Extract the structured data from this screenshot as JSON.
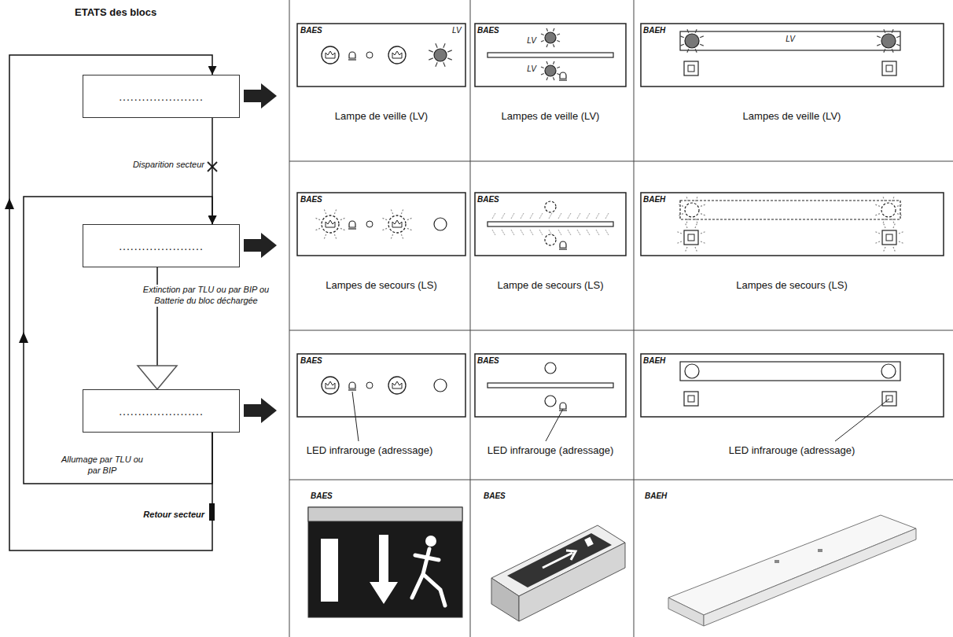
{
  "diagram": {
    "title": "ETATS des blocs",
    "nodes": [
      {
        "text": [
          "......................"
        ]
      },
      {
        "text": [
          "......................"
        ]
      },
      {
        "text": [
          "......................"
        ]
      }
    ],
    "edges": [
      {
        "from": 0,
        "to": 1,
        "arrow": "to",
        "label": "Disparition secteur"
      },
      {
        "from": 1,
        "to": 2,
        "arrow": "to",
        "label": "Extinction par TLU ou par BIP ou Batterie du bloc déchargée"
      },
      {
        "from": 2,
        "to": 1,
        "arrow": "to",
        "label": "Allumage par TLU ou par BIP"
      },
      {
        "from": 2,
        "to": 0,
        "arrow": "to",
        "label": "Retour secteur"
      }
    ],
    "labels": [
      "BAES",
      "LV",
      "Lampe de veille (LV)",
      "BAES",
      "LV",
      "LV",
      "Lampes de veille (LV)",
      "BAEH",
      "LV",
      "Lampes de veille (LV)",
      "BAES",
      "Lampes de secours (LS)",
      "BAES",
      "Lampe de secours (LS)",
      "BAEH",
      "Lampes de secours (LS)",
      "BAES",
      "LED infrarouge (adressage)",
      "BAES",
      "LED infrarouge (adressage)",
      "BAEH",
      "LED infrarouge (adressage)",
      "BAES",
      "BAES",
      "BAEH"
    ]
  }
}
